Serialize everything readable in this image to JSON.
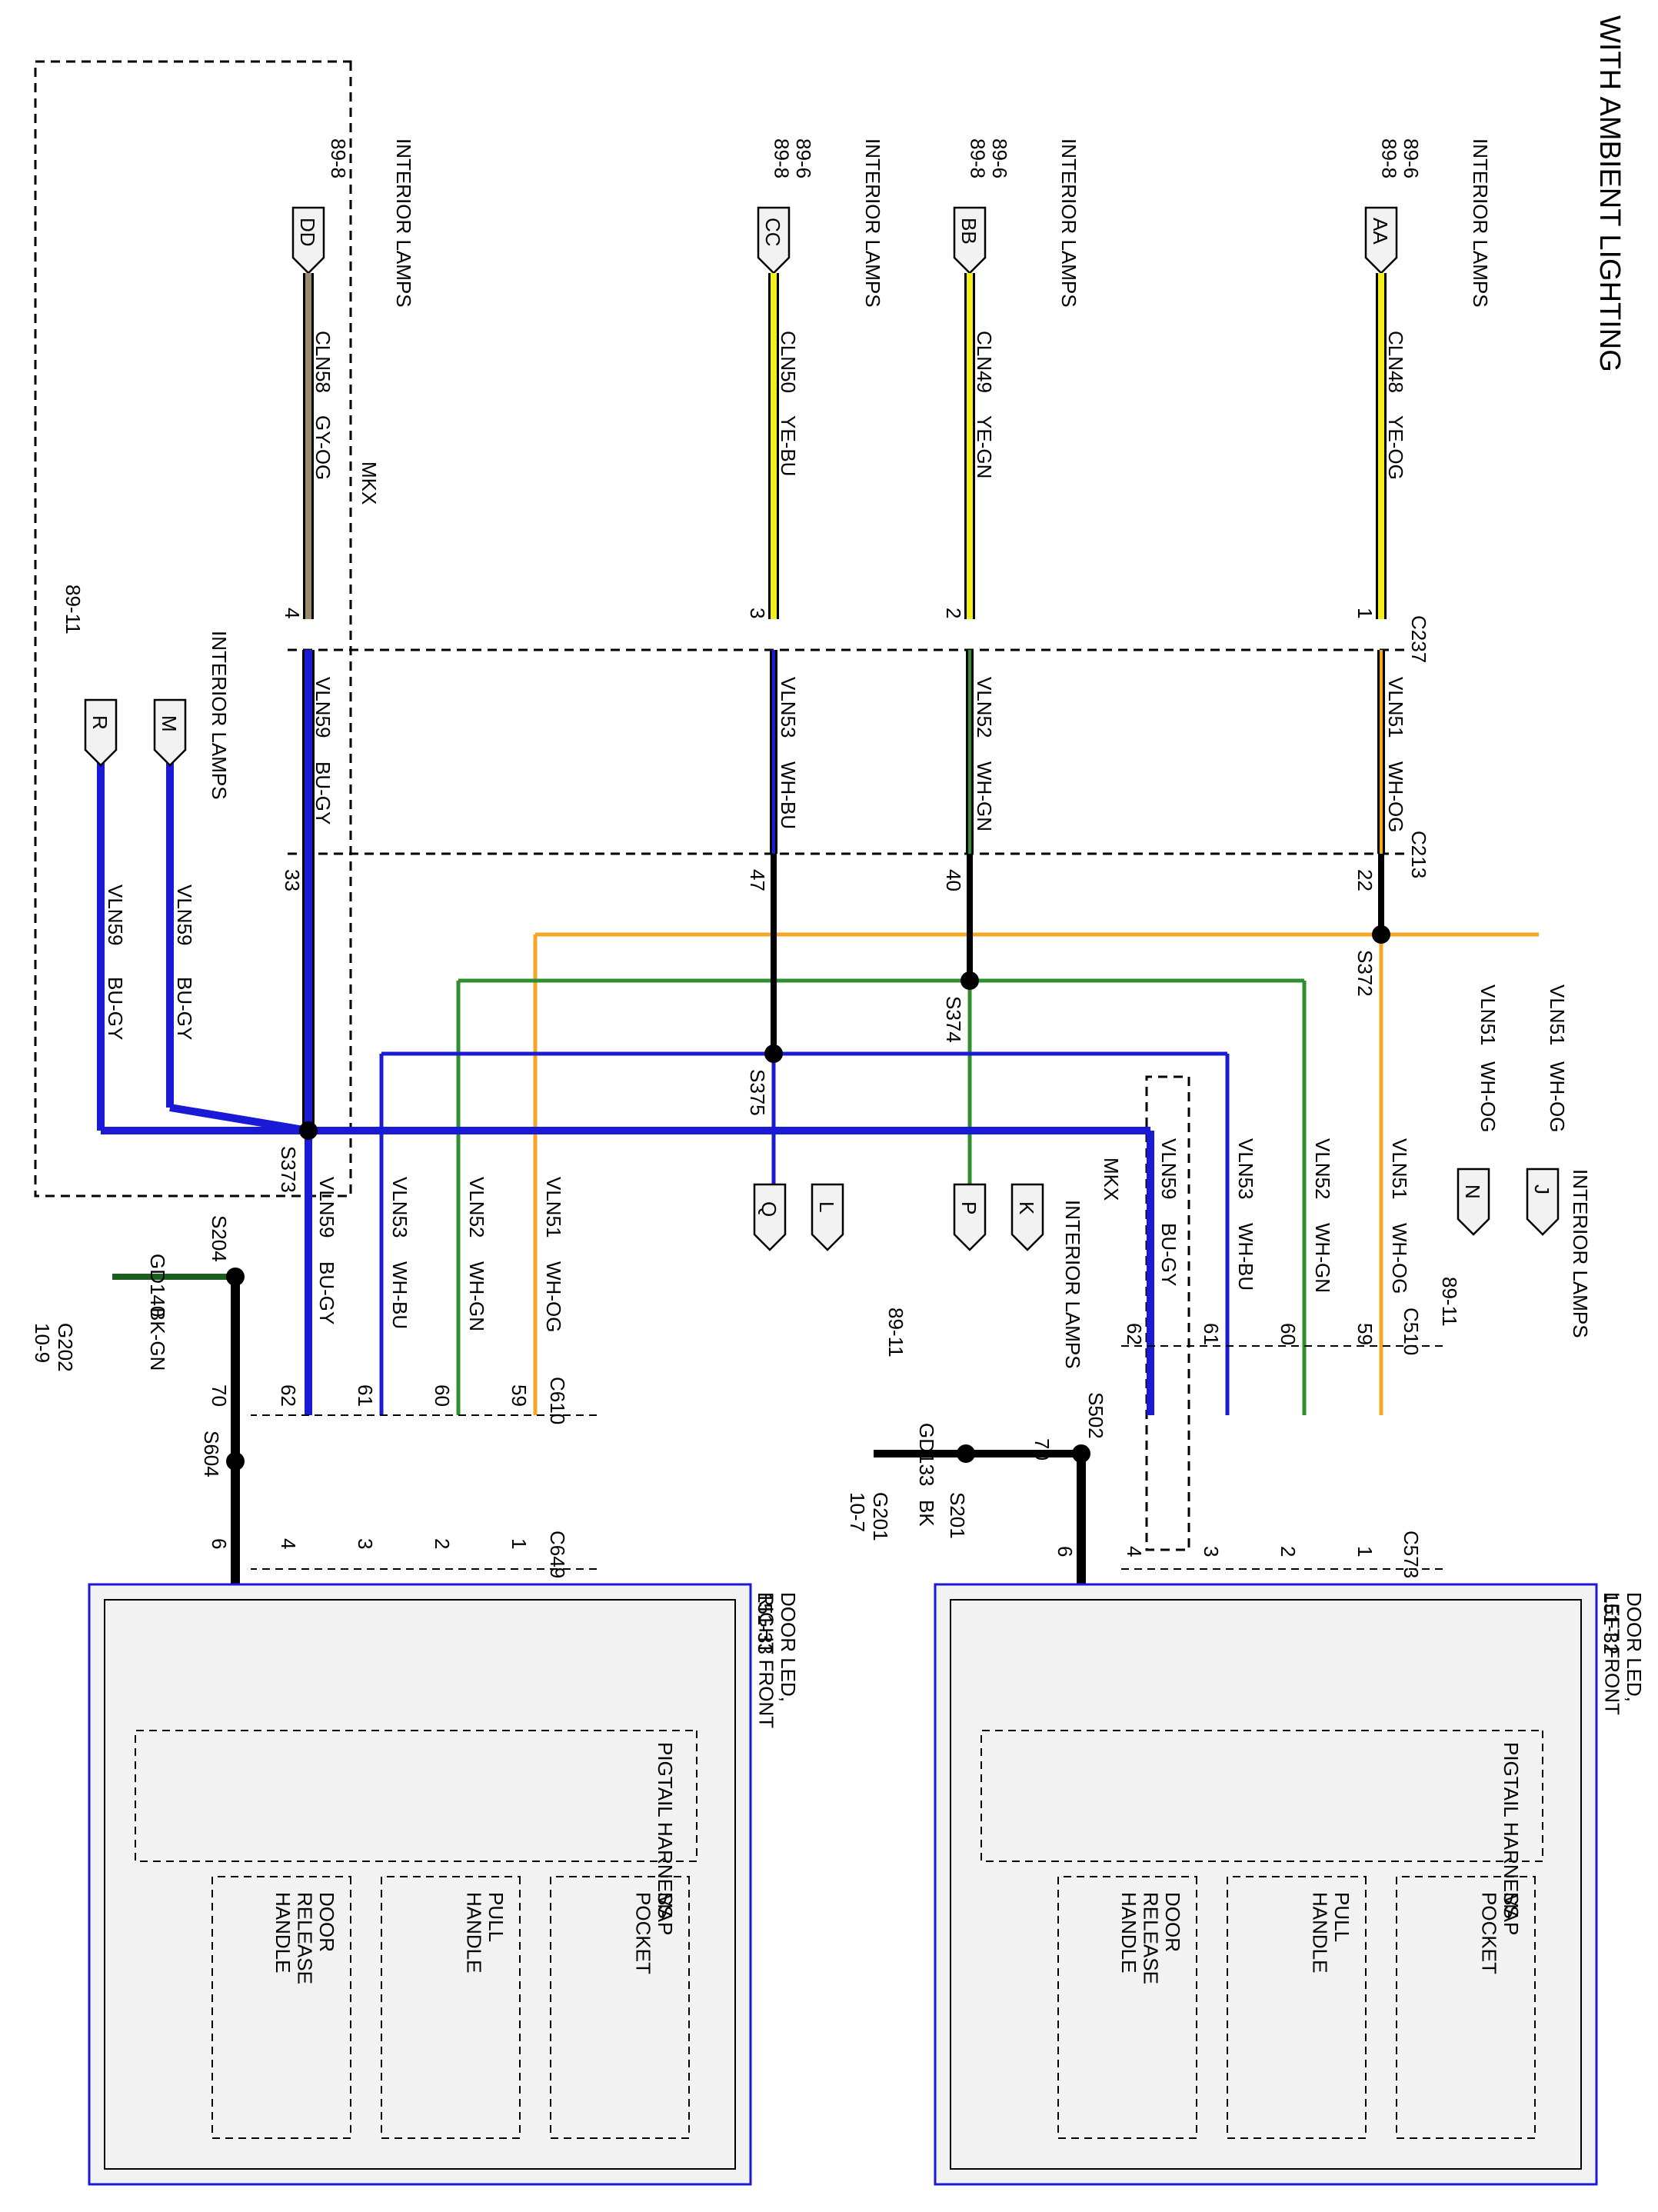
{
  "title": "WITH AMBIENT LIGHTING",
  "colors": {
    "BU": "#1a1ad6",
    "YE": "#f3ef1a",
    "GN": "#2f8f2f",
    "OG": "#f5a623",
    "GY": "#9a8a6a",
    "BK": "#000000",
    "WH": "#ffffff"
  },
  "module_labels": [
    "MKX",
    "MKX"
  ],
  "top_connectors": [
    {
      "id": "AA",
      "ref": "INTERIOR LAMPS",
      "pages": "89-6\n89-8",
      "circuit": "CLN48",
      "color": "YE-OG",
      "pin": "1"
    },
    {
      "id": "BB",
      "ref": "INTERIOR LAMPS",
      "pages": "89-6\n89-8",
      "circuit": "CLN49",
      "color": "YE-GN",
      "pin": "2"
    },
    {
      "id": "CC",
      "ref": "INTERIOR LAMPS",
      "pages": "89-6\n89-8",
      "circuit": "CLN50",
      "color": "YE-BU",
      "pin": "3"
    },
    {
      "id": "DD",
      "ref": "INTERIOR LAMPS",
      "pages": "89-8",
      "circuit": "CLN58",
      "color": "GY-OG",
      "pin": "4"
    }
  ],
  "connectors_c237_c213": {
    "c237": "C237",
    "c213": "C213",
    "wires": [
      {
        "circuit": "VLN51",
        "color": "WH-OG",
        "pin": "22"
      },
      {
        "circuit": "VLN52",
        "color": "WH-GN",
        "pin": "40"
      },
      {
        "circuit": "VLN53",
        "color": "WH-BU",
        "pin": "47"
      },
      {
        "circuit": "VLN59",
        "color": "BU-GY",
        "pin": "33"
      }
    ]
  },
  "splices": [
    "S372",
    "S374",
    "S375",
    "S373",
    "S204",
    "S604",
    "S502",
    "S201"
  ],
  "left_lamp_connectors": {
    "ref": "INTERIOR LAMPS",
    "pages": "89-11",
    "items": [
      {
        "id": "M",
        "circuit": "VLN59",
        "color": "BU-GY"
      },
      {
        "id": "R",
        "circuit": "VLN59",
        "color": "BU-GY"
      }
    ]
  },
  "middle_lamp_connectors": {
    "ref": "INTERIOR LAMPS",
    "pages": "89-11",
    "items": [
      "Q",
      "L",
      "P",
      "K"
    ]
  },
  "right_lamp_connectors": {
    "ref": "INTERIOR LAMPS",
    "pages": "89-11",
    "items": [
      {
        "id": "N",
        "circuit": "VLN51",
        "color": "WH-OG"
      },
      {
        "id": "J",
        "circuit": "VLN51",
        "color": "WH-OG"
      }
    ]
  },
  "right_front_branch": {
    "wires": [
      {
        "circuit": "VLN51",
        "color": "WH-OG",
        "pin_c610": "59",
        "pin_c649": "1"
      },
      {
        "circuit": "VLN52",
        "color": "WH-GN",
        "pin_c610": "60",
        "pin_c649": "2"
      },
      {
        "circuit": "VLN53",
        "color": "WH-BU",
        "pin_c610": "61",
        "pin_c649": "3"
      },
      {
        "circuit": "VLN59",
        "color": "BU-GY",
        "pin_c610": "62",
        "pin_c649": "4"
      }
    ],
    "ground": {
      "circuit": "GD140",
      "color": "BK-GN",
      "ground_id": "G202",
      "ground_page": "10-9",
      "pin_c610": "70",
      "pin_c649": "6"
    },
    "c610": "C610",
    "c649": "C649"
  },
  "left_front_branch": {
    "wires": [
      {
        "circuit": "VLN51",
        "color": "WH-OG",
        "pin_c510": "59",
        "pin_c573": "1"
      },
      {
        "circuit": "VLN52",
        "color": "WH-GN",
        "pin_c510": "60",
        "pin_c573": "2"
      },
      {
        "circuit": "VLN53",
        "color": "WH-BU",
        "pin_c510": "61",
        "pin_c573": "3"
      },
      {
        "circuit": "VLN59",
        "color": "BU-GY",
        "pin_c510": "62",
        "pin_c573": "4"
      }
    ],
    "ground": {
      "circuit": "GD133",
      "color": "BK",
      "ground_id": "G201",
      "ground_page": "10-7",
      "pin_c510": "70",
      "pin_c573": "6"
    },
    "c510": "C510",
    "c573": "C573"
  },
  "components": [
    {
      "name": "DOOR LED,\nRIGHT FRONT",
      "page": "151-33",
      "harness": "PIGTAIL HARNESS",
      "subs": [
        "MAP\nPOCKET",
        "PULL\nHANDLE",
        "DOOR\nRELEASE\nHANDLE"
      ]
    },
    {
      "name": "DOOR LED,\nLEFT FRONT",
      "page": "151-32",
      "harness": "PIGTAIL HARNESS",
      "subs": [
        "MAP\nPOCKET",
        "PULL\nHANDLE",
        "DOOR\nRELEASE\nHANDLE"
      ]
    }
  ]
}
